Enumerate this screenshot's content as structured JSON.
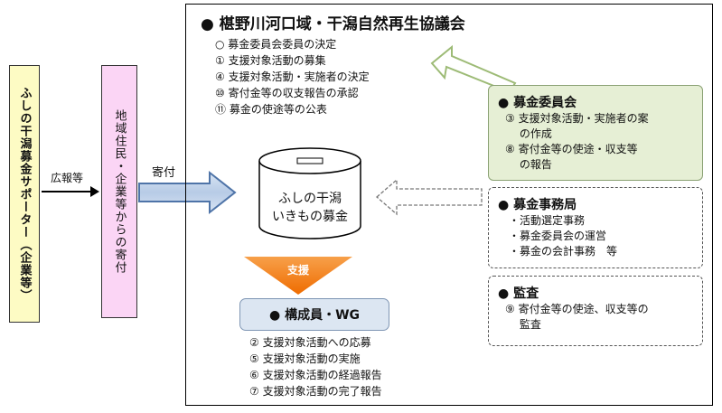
{
  "supporter": {
    "text": "ふしの干潟募金サポーター（企業等）"
  },
  "pr_label": "広報等",
  "donors": {
    "text": "地域住民・企業等からの寄付"
  },
  "donation_label": "寄付",
  "council": {
    "title": "● 椹野川河口域・干潟自然再生協議会",
    "duties": [
      "○ 募金委員会委員の決定",
      "① 支援対象活動の募集",
      "④ 支援対象活動・実施者の決定",
      "⑩ 寄付金等の収支報告の承認",
      "⑪ 募金の使途等の公表"
    ]
  },
  "fund": {
    "line1": "ふしの干潟",
    "line2": "いきもの募金"
  },
  "support_label": "支援",
  "committee": {
    "title": "● 募金委員会",
    "items": [
      "③ 支援対象活動・実施者の案",
      "　 の作成",
      "⑧ 寄付金等の使途・収支等",
      "　 の報告"
    ]
  },
  "secretariat": {
    "title": "● 募金事務局",
    "items": [
      "・活動選定事務",
      "・募金委員会の運営",
      "・募金の会計事務　等"
    ]
  },
  "audit": {
    "title": "● 監査",
    "items": [
      "⑨ 寄付金等の使途、収支等の",
      "　 監査"
    ]
  },
  "members": {
    "title": "● 構成員・WG",
    "items": [
      "② 支援対象活動への応募",
      "⑤ 支援対象活動の実施",
      "⑥ 支援対象活動の経過報告",
      "⑦ 支援対象活動の完了報告"
    ]
  }
}
